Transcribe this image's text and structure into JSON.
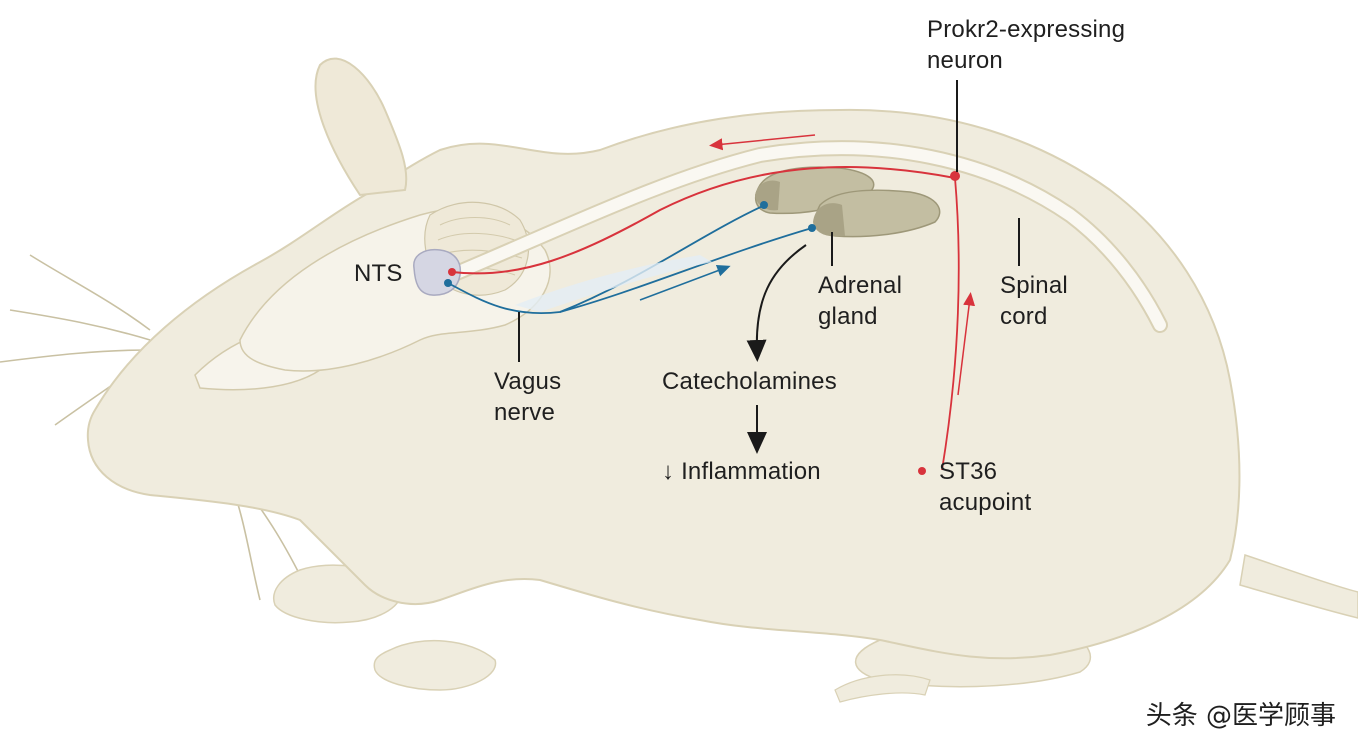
{
  "labels": {
    "prokr2": [
      "Prokr2-expressing",
      "neuron"
    ],
    "nts": "NTS",
    "adrenal": [
      "Adrenal",
      "gland"
    ],
    "spinal": [
      "Spinal",
      "cord"
    ],
    "vagus": [
      "Vagus",
      "nerve"
    ],
    "catecholamines": "Catecholamines",
    "inflammation": "↓ Inflammation",
    "st36": [
      "ST36",
      "acupoint"
    ]
  },
  "watermark": "头条 @医学顾事",
  "colors": {
    "body": "#f0ecde",
    "outline": "#d9d1b5",
    "adrenal": "#c3bea2",
    "nts": "#d5d6e3",
    "red": "#d8333c",
    "blue": "#1f6e9c",
    "arrow": "#1a1a1a"
  }
}
